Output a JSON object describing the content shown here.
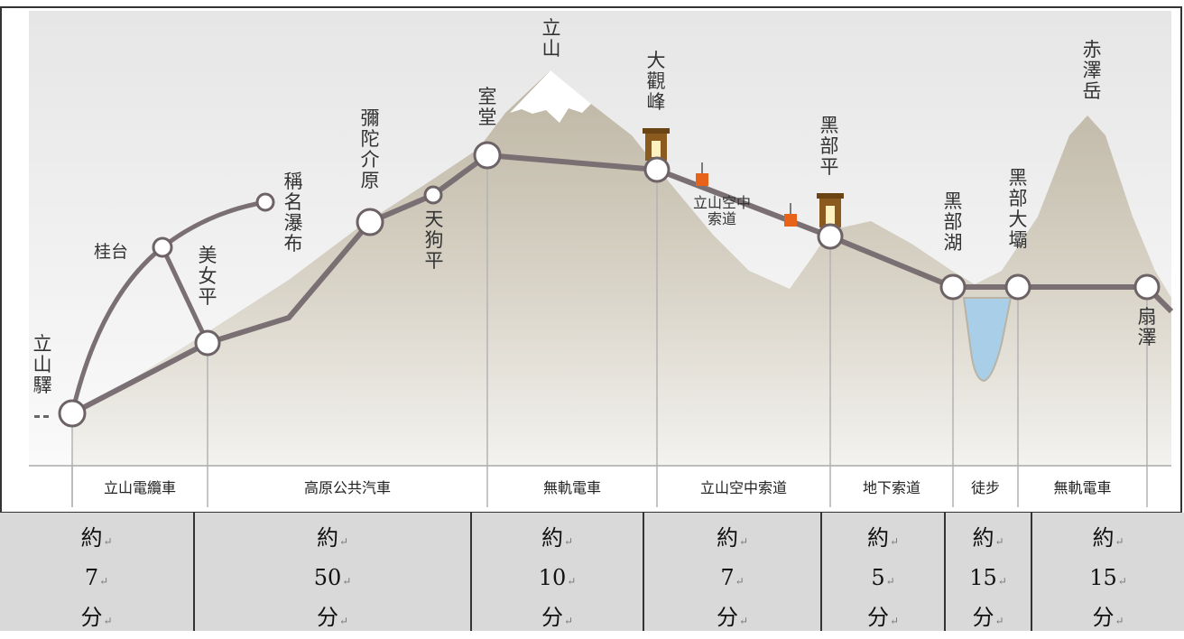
{
  "stations": {
    "tateyama_sta": [
      "立",
      "山",
      "驛"
    ],
    "katsuradai": "桂台",
    "bijodaira": [
      "美",
      "女",
      "平"
    ],
    "shomyo": [
      "稱",
      "名",
      "瀑",
      "布"
    ],
    "midagahara": [
      "彌",
      "陀",
      "介",
      "原"
    ],
    "tengudaira": [
      "天",
      "狗",
      "平"
    ],
    "murodo": [
      "室",
      "堂"
    ],
    "tateyama_peak": [
      "立",
      "山"
    ],
    "daikanbo": [
      "大",
      "觀",
      "峰"
    ],
    "kurobedaira": [
      "黑",
      "部",
      "平"
    ],
    "ropeway_label": [
      "立山空中",
      "索道"
    ],
    "kurobeko": [
      "黑",
      "部",
      "湖"
    ],
    "kurobe_dam": [
      "黑",
      "部",
      "大",
      "壩"
    ],
    "akazawadake": [
      "赤",
      "澤",
      "岳"
    ],
    "ogizawa": [
      "扇",
      "澤"
    ]
  },
  "segments": [
    "立山電纜車",
    "高原公共汽車",
    "無軌電車",
    "立山空中索道",
    "地下索道",
    "徒步",
    "無軌電車"
  ],
  "times": [
    {
      "prefix": "約",
      "value": "7",
      "unit": "分"
    },
    {
      "prefix": "約",
      "value": "50",
      "unit": "分"
    },
    {
      "prefix": "約",
      "value": "10",
      "unit": "分"
    },
    {
      "prefix": "約",
      "value": "7",
      "unit": "分"
    },
    {
      "prefix": "約",
      "value": "5",
      "unit": "分"
    },
    {
      "prefix": "約",
      "value": "15",
      "unit": "分"
    },
    {
      "prefix": "約",
      "value": "15",
      "unit": "分"
    }
  ],
  "colors": {
    "sky": "#ebebeb",
    "mountain": "#c7c0b0",
    "route": "#7a6f72",
    "lake": "#a9cfe8",
    "cable_car": "#8a5a1e",
    "pylon": "#e8631a"
  }
}
